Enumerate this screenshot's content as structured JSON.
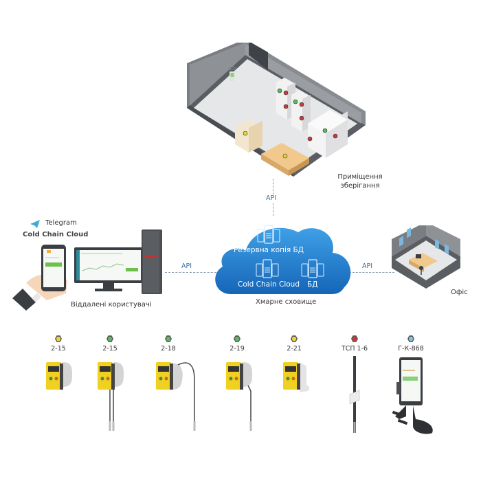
{
  "storage": {
    "label_line1": "Приміщення",
    "label_line2": "зберігання"
  },
  "connections": {
    "api_top": "API",
    "api_left": "API",
    "api_right": "API"
  },
  "cloud": {
    "backup_label": "Резервна копія БД",
    "main_label": "Cold Chain Cloud",
    "db_label": "БД",
    "caption": "Хмарне сховище",
    "color": "#1e7fd0"
  },
  "remote": {
    "telegram_label": "Telegram",
    "app_label": "Cold Chain Cloud",
    "caption": "Віддалені користувачі"
  },
  "office": {
    "caption": "Офіс"
  },
  "devices": [
    {
      "label": "2-15",
      "status_color": "#e8d43a",
      "type": "logger-bracket"
    },
    {
      "label": "2-15",
      "status_color": "#5cb85c",
      "type": "logger-dual-probe"
    },
    {
      "label": "2-18",
      "status_color": "#5cb85c",
      "type": "logger-cable-probe"
    },
    {
      "label": "2-19",
      "status_color": "#5cb85c",
      "type": "logger-single-probe"
    },
    {
      "label": "2-21",
      "status_color": "#e8d43a",
      "type": "logger-stand"
    },
    {
      "label": "ТСП 1-6",
      "status_color": "#d63333",
      "type": "rod-probe"
    },
    {
      "label": "Г-К-868",
      "status_color": "#7cc6e0",
      "type": "gateway-tablet"
    }
  ]
}
